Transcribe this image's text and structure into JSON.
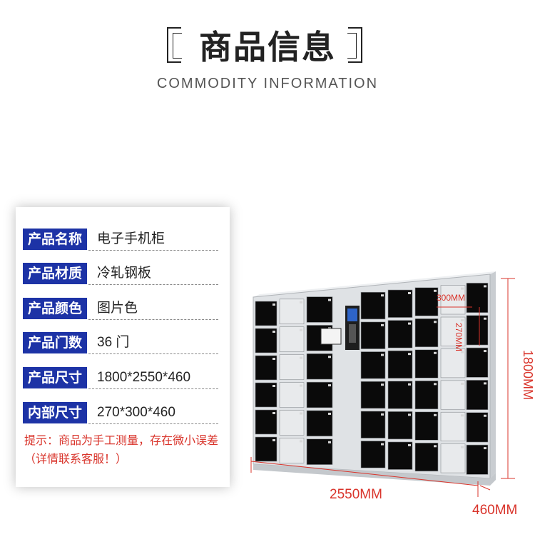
{
  "header": {
    "title": "商品信息",
    "subtitle": "COMMODITY INFORMATION"
  },
  "specs": [
    {
      "label": "产品名称",
      "value": "电子手机柜"
    },
    {
      "label": "产品材质",
      "value": "冷轧钢板"
    },
    {
      "label": "产品颜色",
      "value": "图片色"
    },
    {
      "label": "产品门数",
      "value": "36 门"
    },
    {
      "label": "产品尺寸",
      "value": "1800*2550*460"
    },
    {
      "label": "内部尺寸",
      "value": "270*300*460"
    }
  ],
  "note": "提示：商品为手工测量，存在微小误差（详情联系客服！）",
  "dimensions": {
    "width": "2550MM",
    "height": "1800MM",
    "depth": "460MM",
    "door_width": "300MM",
    "door_height": "270MM"
  },
  "colors": {
    "label_bg": "#1d33a6",
    "dimension": "#d9342b",
    "door": "#0a0a0a",
    "frame": "#dfe2e5"
  }
}
